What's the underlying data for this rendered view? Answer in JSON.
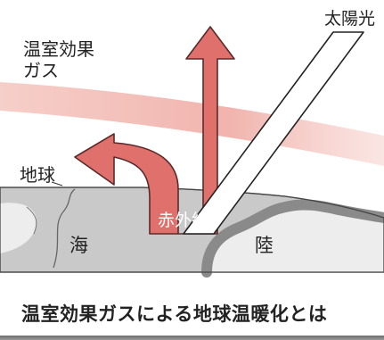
{
  "labels": {
    "sun": "太陽光",
    "greenhouse_gas": "温室効果\nガス",
    "earth": "地球",
    "infrared": "赤外線",
    "sea": "海",
    "land": "陸"
  },
  "caption": "温室効果ガスによる地球温暖化とは",
  "colors": {
    "arrow_red": "#e0706c",
    "arrow_outline": "#5a2a2a",
    "gas_band": "#f2b8b2",
    "sea_gray": "#c9c9c9",
    "land_light": "#eeeeee",
    "coast_dark": "#8a8a8a",
    "sunlight_beam": "#ffffff"
  }
}
